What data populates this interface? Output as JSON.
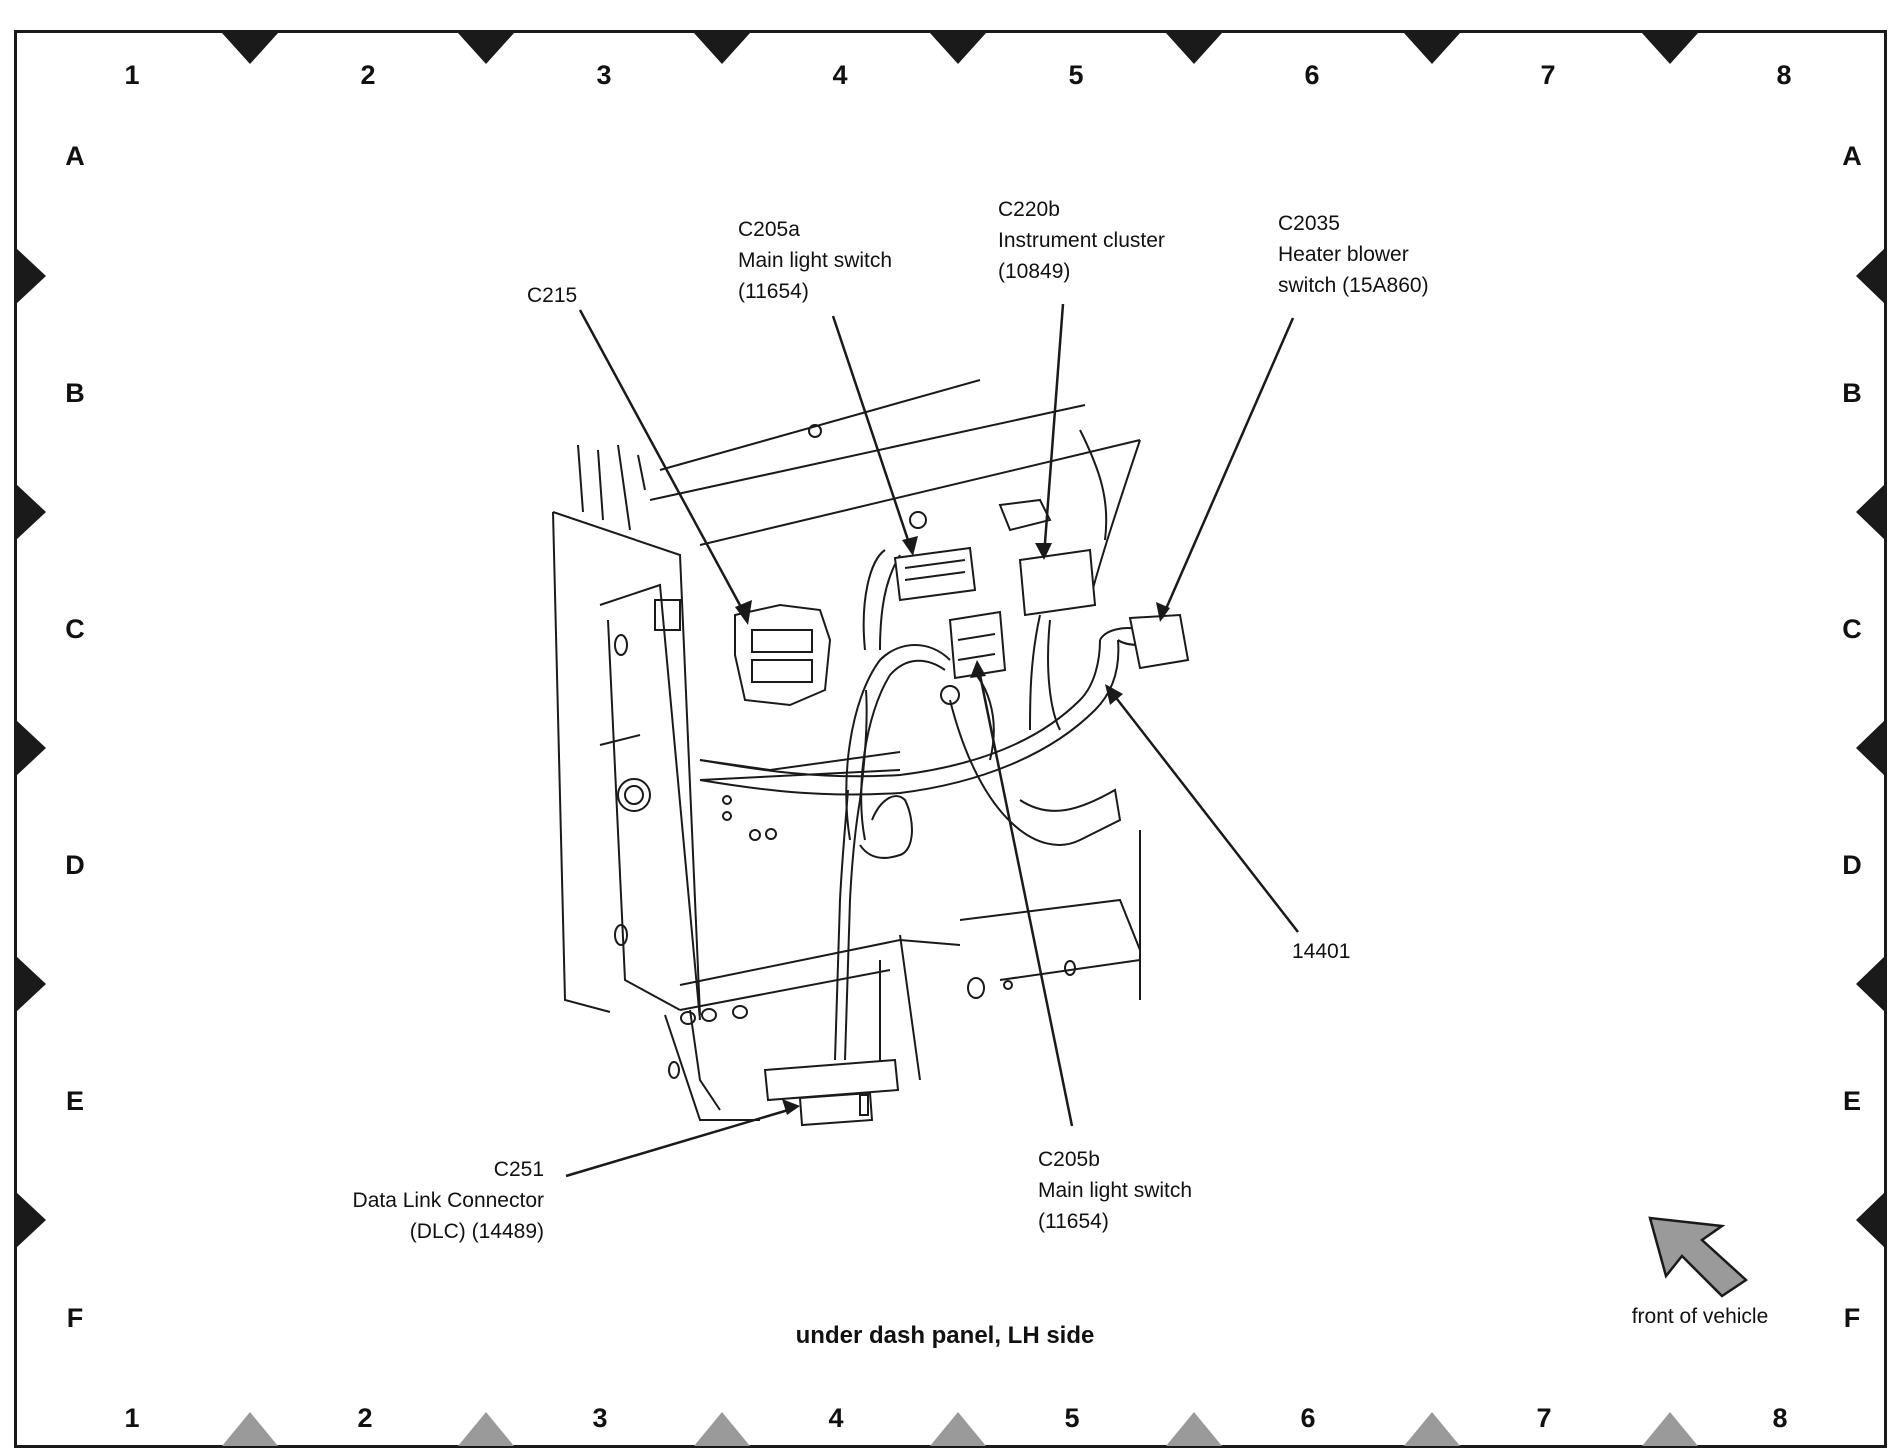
{
  "grid": {
    "columns": [
      "1",
      "2",
      "3",
      "4",
      "5",
      "6",
      "7",
      "8"
    ],
    "rows": [
      "A",
      "B",
      "C",
      "D",
      "E",
      "F"
    ]
  },
  "caption": "under dash panel, LH side",
  "orientation": {
    "label": "front of vehicle",
    "icon": "front-arrow-icon"
  },
  "callouts": {
    "c215": {
      "lines": [
        "C215"
      ]
    },
    "c205a": {
      "lines": [
        "C205a",
        "Main light switch",
        "(11654)"
      ]
    },
    "c220b": {
      "lines": [
        "C220b",
        "Instrument cluster",
        "(10849)"
      ]
    },
    "c2035": {
      "lines": [
        "C2035",
        "Heater blower",
        "switch (15A860)"
      ]
    },
    "harness": {
      "lines": [
        "14401"
      ]
    },
    "c251": {
      "lines": [
        "C251",
        "Data Link Connector",
        "(DLC) (14489)"
      ]
    },
    "c205b": {
      "lines": [
        "C205b",
        "Main light switch",
        "(11654)"
      ]
    }
  },
  "colors": {
    "line": "#1a1a1a",
    "shade": "#9a9a9a",
    "background": "#ffffff"
  }
}
